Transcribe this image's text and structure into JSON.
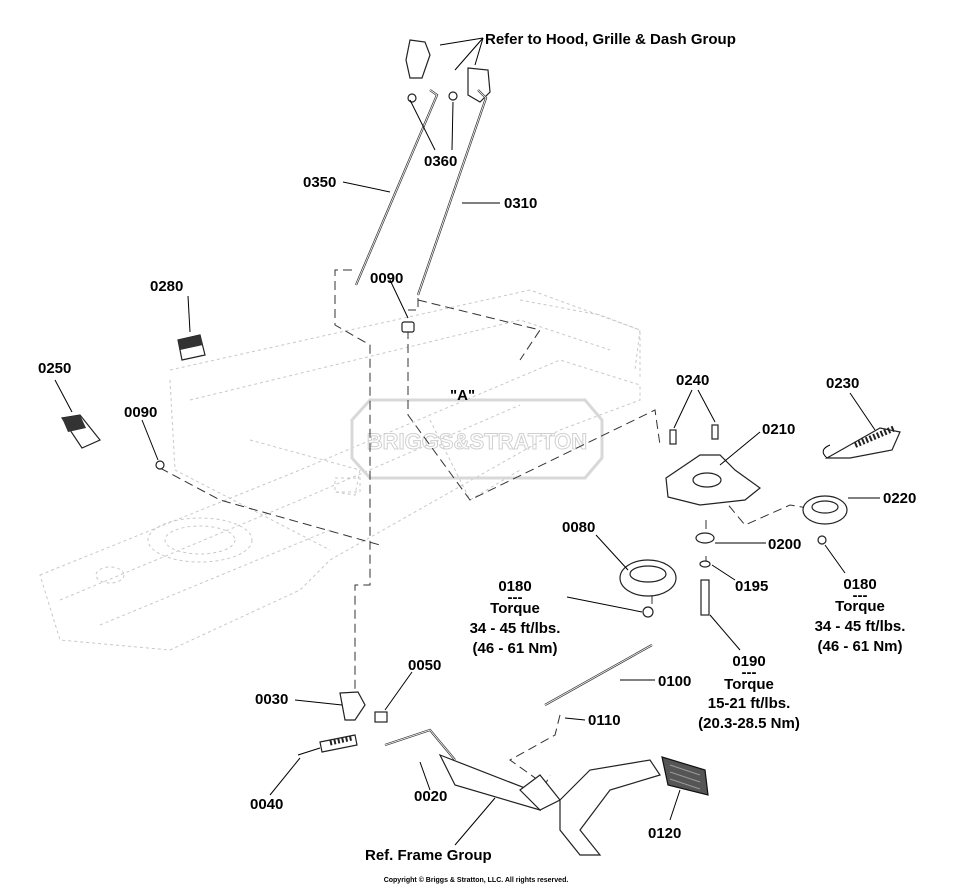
{
  "callouts": {
    "ref_hood": "Refer to Hood, Grille & Dash Group",
    "ref_frame": "Ref. Frame Group",
    "view_a": "\"A\""
  },
  "parts": {
    "p0360": "0360",
    "p0350": "0350",
    "p0310": "0310",
    "p0090_upper": "0090",
    "p0280": "0280",
    "p0250": "0250",
    "p0090_lower": "0090",
    "p0240": "0240",
    "p0230": "0230",
    "p0210": "0210",
    "p0220": "0220",
    "p0080": "0080",
    "p0200": "0200",
    "p0195": "0195",
    "p0180_left": "0180",
    "p0180_right": "0180",
    "p0190": "0190",
    "p0100": "0100",
    "p0110": "0110",
    "p0050": "0050",
    "p0030": "0030",
    "p0040": "0040",
    "p0020": "0020",
    "p0120": "0120"
  },
  "torque_notes": {
    "left": {
      "sep": "---",
      "title": "Torque",
      "line1": "34 - 45 ft/lbs.",
      "line2": "(46 - 61 Nm)"
    },
    "right": {
      "sep": "---",
      "title": "Torque",
      "line1": "34 - 45 ft/lbs.",
      "line2": "(46 - 61 Nm)"
    },
    "bolt": {
      "sep": "---",
      "title": "Torque",
      "line1": "15-21 ft/lbs.",
      "line2": "(20.3-28.5 Nm)"
    }
  },
  "watermark": "BRIGGS&STRATTON",
  "copyright": "Copyright © Briggs & Stratton, LLC. All rights reserved."
}
